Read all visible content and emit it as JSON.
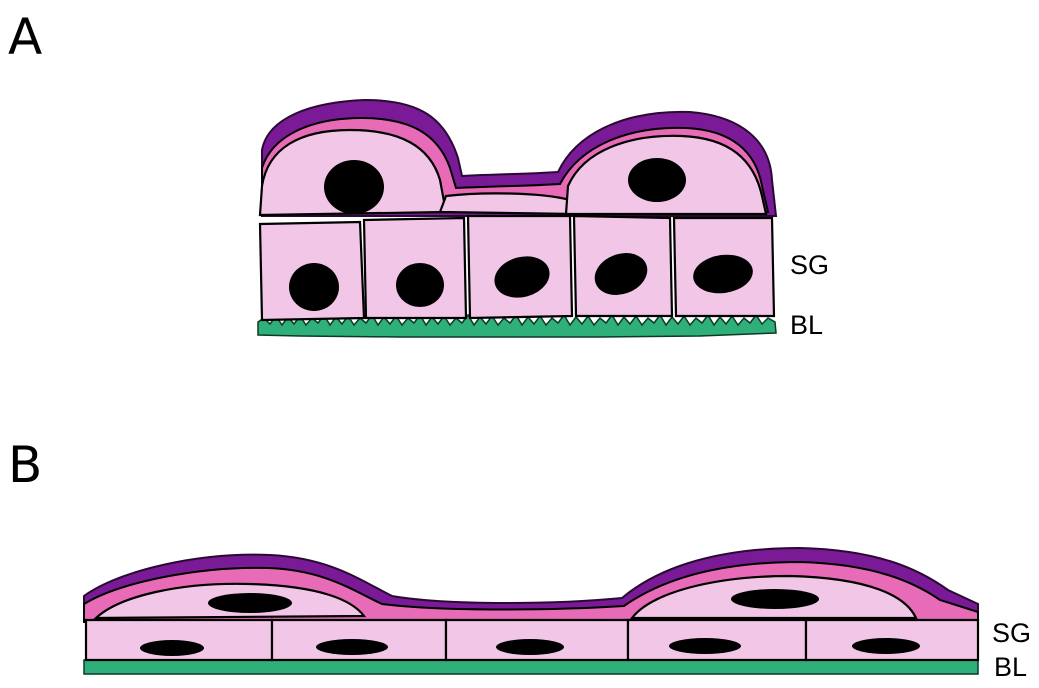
{
  "panels": [
    {
      "letter": "A",
      "labels": {
        "upper": "SG",
        "lower": "BL"
      }
    },
    {
      "letter": "B",
      "labels": {
        "upper": "SG",
        "lower": "BL"
      }
    }
  ],
  "colors": {
    "cell_fill": "#f2c6e6",
    "pink_layer": "#e86bb8",
    "purple_layer": "#7a1a96",
    "basal_lamina": "#2fb07a",
    "nucleus": "#000000",
    "outline": "#000000"
  }
}
